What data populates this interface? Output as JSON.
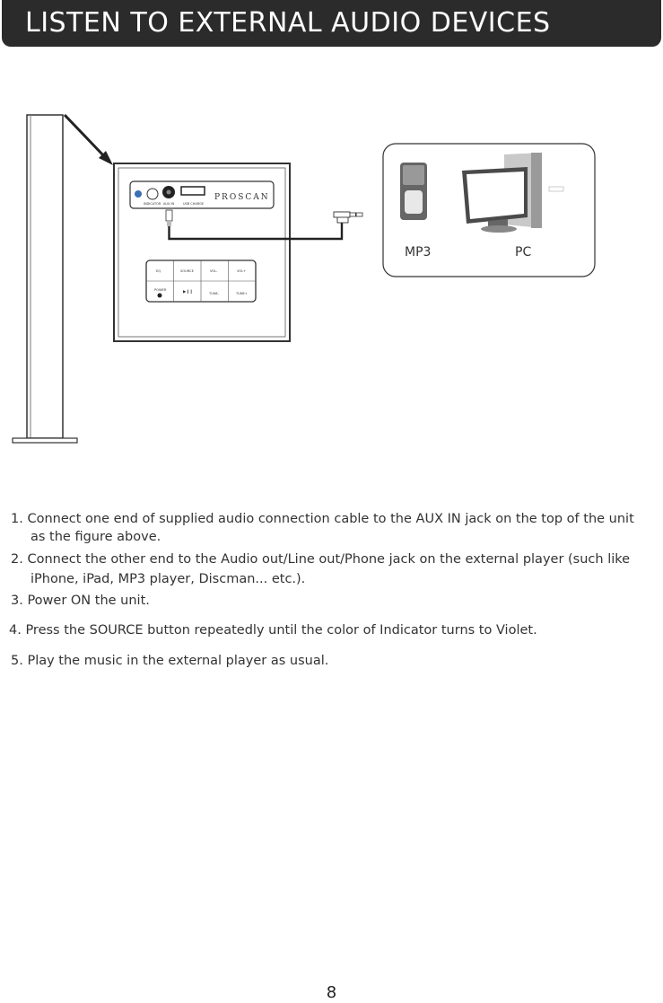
{
  "header": {
    "title": "LISTEN TO EXTERNAL AUDIO DEVICES"
  },
  "figure": {
    "device_panel": {
      "brand": "PROSCAN",
      "jack_labels": [
        "INDICATOR",
        "AUX IN",
        "USB CHARGE"
      ],
      "button_labels": [
        "EQ",
        "SOURCE",
        "VOL-",
        "VOL+",
        "POWER",
        "▶❙❙",
        "TUNE-",
        "TUNE+"
      ]
    },
    "external_labels": {
      "mp3": "MP3",
      "pc": "PC"
    }
  },
  "instructions": {
    "step1_line1": "1. Connect one end of supplied audio connection cable to the AUX IN  jack on the top of the unit",
    "step1_line2": "as the figure above.",
    "step2_line1": "2. Connect the other end to the Audio out/Line out/Phone jack on the external player (such like",
    "step2_line2": "iPhone, iPad, MP3 player, Discman... etc.).",
    "step3": "3. Power ON the unit.",
    "step4": "4. Press the SOURCE button repeatedly until the color of Indicator turns to Violet.",
    "step5": "5. Play the music in the external player as usual."
  },
  "footer": {
    "page_number": "8"
  }
}
